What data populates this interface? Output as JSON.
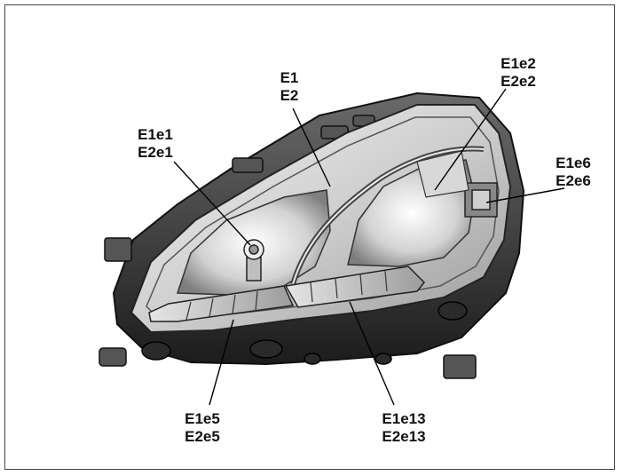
{
  "figure": {
    "subject": "headlamp-assembly",
    "callouts": [
      {
        "id": "e1",
        "line1": "E1",
        "line2": "E2"
      },
      {
        "id": "e1e1",
        "line1": "E1e1",
        "line2": "E2e1"
      },
      {
        "id": "e1e2",
        "line1": "E1e2",
        "line2": "E2e2"
      },
      {
        "id": "e1e6",
        "line1": "E1e6",
        "line2": "E2e6"
      },
      {
        "id": "e1e5",
        "line1": "E1e5",
        "line2": "E2e5"
      },
      {
        "id": "e1e13",
        "line1": "E1e13",
        "line2": "E2e13"
      }
    ]
  }
}
